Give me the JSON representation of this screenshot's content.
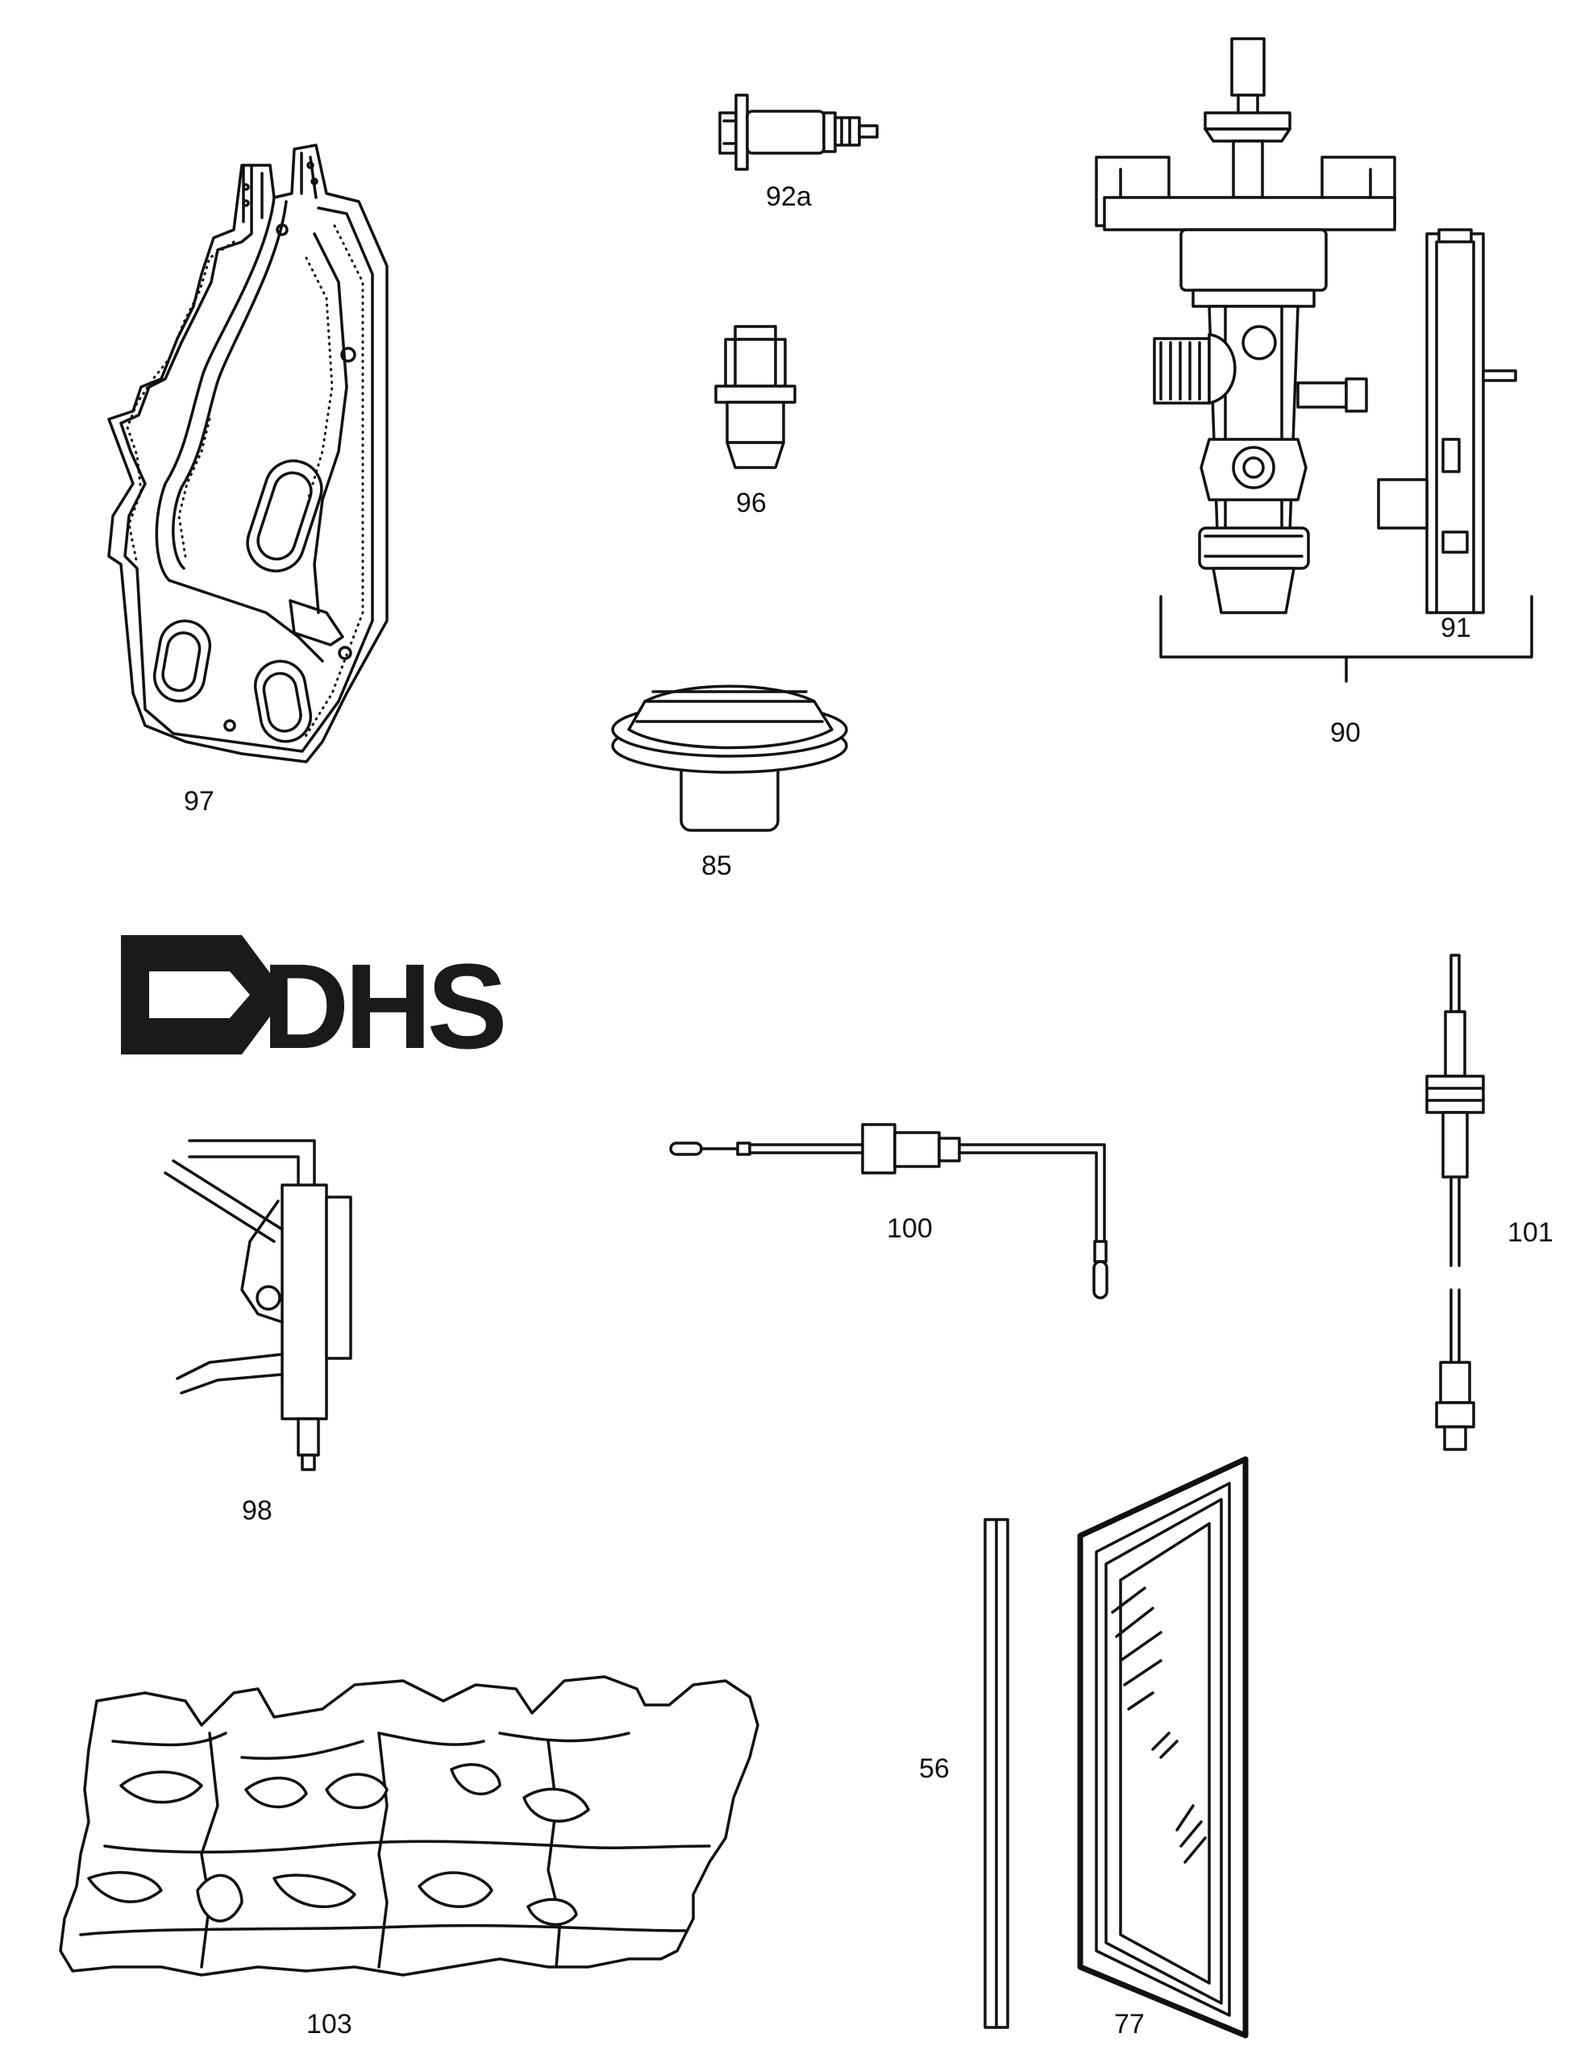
{
  "parts": {
    "p97": "97",
    "p92a": "92a",
    "p96": "96",
    "p85": "85",
    "p90": "90",
    "p91": "91",
    "p98": "98",
    "p100": "100",
    "p101": "101",
    "p103": "103",
    "p56": "56",
    "p77": "77"
  },
  "logo": {
    "text": "DHS"
  }
}
